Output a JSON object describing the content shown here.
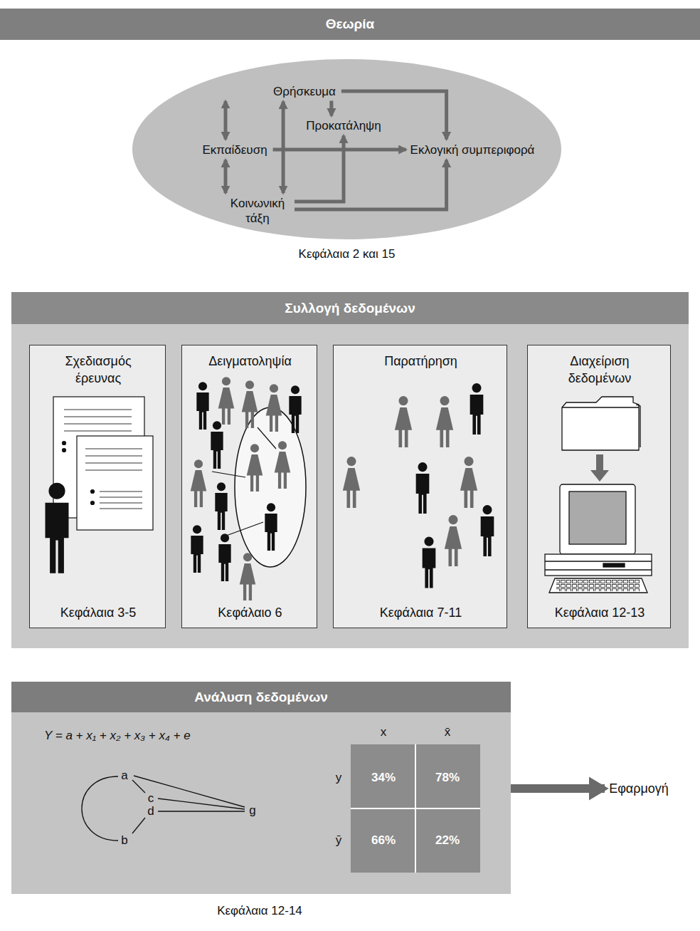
{
  "diagram": {
    "nodes": [
      {
        "text": [
          "Θεωρία"
        ]
      },
      {
        "text": [
          "Κεφάλαια 2 και 15"
        ]
      },
      {
        "text": [
          "Θρήσκευμα"
        ],
        "in": 1
      },
      {
        "text": [
          "Προκατάληψη"
        ],
        "in": 1
      },
      {
        "text": [
          "Εκπαίδευση"
        ],
        "in": 1
      },
      {
        "text": [
          "Εκλογική συμπεριφορά"
        ],
        "in": 1
      },
      {
        "text": [
          "Κοινωνική τάξη"
        ],
        "in": 1
      },
      {
        "text": [
          "Συλλογή δεδομένων"
        ]
      },
      {
        "text": [
          "Σχεδιασμός έρευνας",
          "Κεφάλαια 3-5"
        ],
        "in": 7
      },
      {
        "text": [
          "Δειγματοληψία",
          "Κεφάλαιο 6"
        ],
        "in": 7
      },
      {
        "text": [
          "Παρατήρηση",
          "Κεφάλαια 7-11"
        ],
        "in": 7
      },
      {
        "text": [
          "Διαχείριση δεδομένων",
          "Κεφάλαια 12-13"
        ],
        "in": 7
      },
      {
        "text": [
          "Ανάλυση δεδομένων",
          "Κεφάλαια 12-14"
        ]
      },
      {
        "text": [
          "Εφαρμογή"
        ]
      }
    ],
    "edges": [
      {
        "from": 2,
        "to": 4,
        "arrow": "both"
      },
      {
        "from": 4,
        "to": 6,
        "arrow": "both"
      },
      {
        "from": 2,
        "to": 6,
        "arrow": "both"
      },
      {
        "from": 2,
        "to": 3,
        "arrow": "to"
      },
      {
        "from": 2,
        "to": 5,
        "arrow": "to"
      },
      {
        "from": 4,
        "to": 5,
        "arrow": "to"
      },
      {
        "from": 6,
        "to": 3,
        "arrow": "to"
      },
      {
        "from": 6,
        "to": 5,
        "arrow": "to"
      },
      {
        "from": 12,
        "to": 13,
        "arrow": "to"
      }
    ],
    "labels": [
      "Y = a + x₁ + x₂ + x₃ + x₄ + e",
      "a",
      "c",
      "d",
      "b",
      "g",
      "x",
      "x̄",
      "y",
      "34%",
      "78%",
      "ȳ",
      "66%",
      "22%"
    ]
  }
}
